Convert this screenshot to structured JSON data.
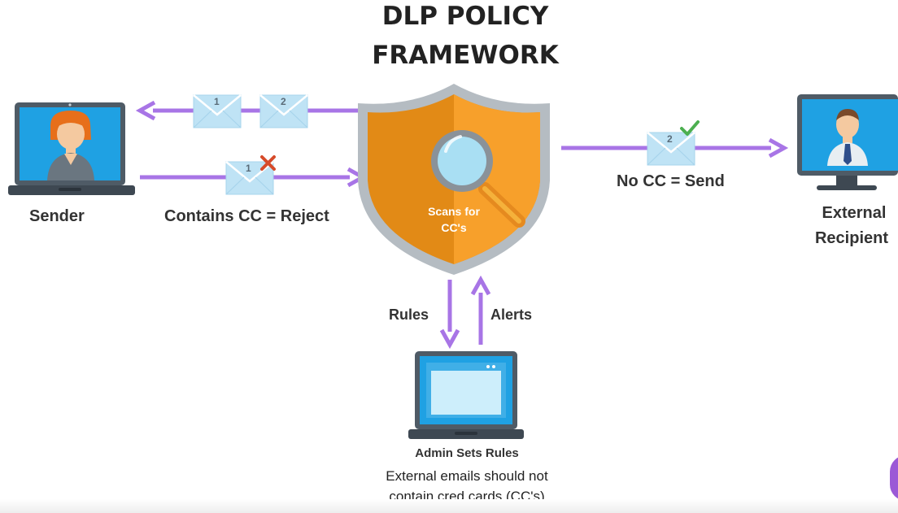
{
  "title_line1": "DLP POLICY",
  "title_line2": "FRAMEWORK",
  "sender_label": "Sender",
  "reject_label": "Contains CC = Reject",
  "shield_line1": "Scans for",
  "shield_line2": "CC's",
  "send_label": "No CC = Send",
  "recipient_line1": "External",
  "recipient_line2": "Recipient",
  "rules_label": "Rules",
  "alerts_label": "Alerts",
  "admin_title": "Admin Sets Rules",
  "admin_desc_line1": "External emails should not",
  "admin_desc_line2": "contain cred cards (CC's)",
  "envelope_numbers": {
    "return_first": "1",
    "return_second": "2",
    "rejected": "1",
    "sent": "2"
  },
  "colors": {
    "arrow": "#a875e6",
    "shield_outer": "#b5bcc2",
    "shield_mid": "#e28a16",
    "shield_inner": "#f7a02b",
    "laptop_frame": "#4f5b66",
    "screen": "#1fa1e3",
    "envelope": "#bfe3f5",
    "reject_mark": "#d64b2a",
    "accept_mark": "#4caf50"
  },
  "icons": [
    "laptop-icon",
    "person-icon",
    "envelope-icon",
    "shield-icon",
    "magnifier-icon",
    "monitor-icon",
    "businessman-icon",
    "reject-x-icon",
    "check-icon"
  ]
}
